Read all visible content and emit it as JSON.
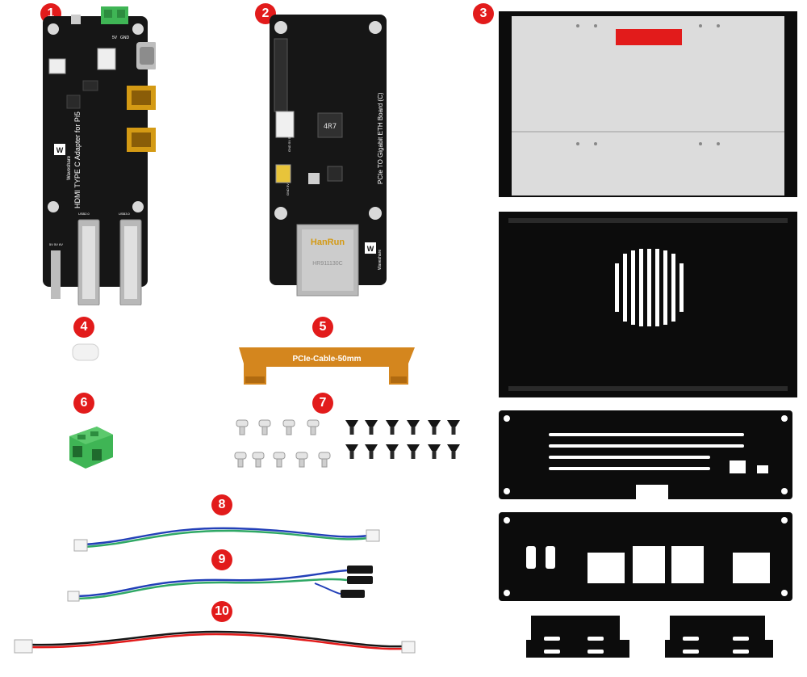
{
  "badges": [
    "1",
    "2",
    "3",
    "4",
    "5",
    "6",
    "7",
    "8",
    "9",
    "10"
  ],
  "board1": {
    "title": "HDMI TYPE C Adapter for Pi5",
    "brand": "Waveshare",
    "silk_top": [
      "5V",
      "GND"
    ],
    "silk_usb": [
      "USB2.0",
      "USB3.0"
    ],
    "silk_power": "5V 5V 6V"
  },
  "board2": {
    "title": "PCIe TO Gigabit ETH Board (C)",
    "brand": "Waveshare",
    "chip": "4R7",
    "jack_brand": "HanRun",
    "jack_model": "HR911130C",
    "silk": [
      "GND 5V 5V",
      "GND 5V"
    ]
  },
  "cable": {
    "label": "PCIe-Cable-50mm"
  },
  "colors": {
    "badge": "#e21b1b",
    "pcb": "#161616",
    "case_silver": "#dcdcdc",
    "case_black": "#0c0c0c",
    "flex_cable": "#d4861e",
    "terminal": "#3fb555",
    "wire_red": "#e21b1b",
    "wire_blue": "#2340b8",
    "wire_green": "#2fa865"
  }
}
